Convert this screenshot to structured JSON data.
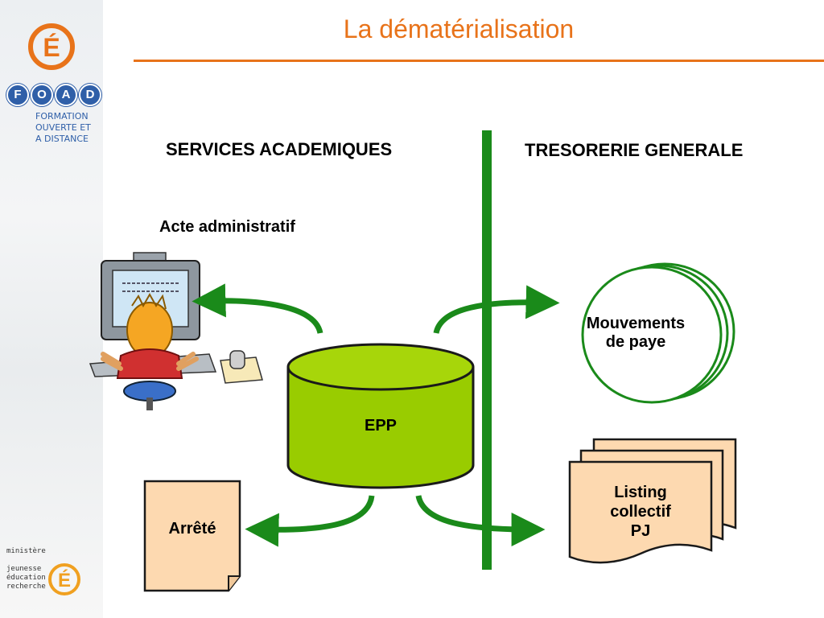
{
  "slide": {
    "title": "La dématérialisation"
  },
  "sidebar": {
    "foad_letters": [
      "F",
      "O",
      "A",
      "D"
    ],
    "foad_lines": [
      "FORMATION",
      "OUVERTE ET",
      "A DISTANCE"
    ],
    "logo_letter": "É",
    "ministry_lines": [
      "ministère",
      "jeunesse",
      "éducation",
      "recherche"
    ]
  },
  "diagram": {
    "left_heading": "SERVICES ACADEMIQUES",
    "right_heading": "TRESORERIE GENERALE",
    "acte_label": "Acte administratif",
    "database_label": "EPP",
    "arrete_label": "Arrêté",
    "mouvements_lines": [
      "Mouvements",
      "de paye"
    ],
    "listing_lines": [
      "Listing",
      "collectif",
      "PJ"
    ]
  },
  "colors": {
    "accent_orange": "#e8731a",
    "divider_green": "#1a8a1a",
    "arrow_green": "#1a8a1a",
    "cylinder_green": "#99cc00",
    "document_fill": "#fdd9b0",
    "foad_blue": "#2f5fa8"
  }
}
